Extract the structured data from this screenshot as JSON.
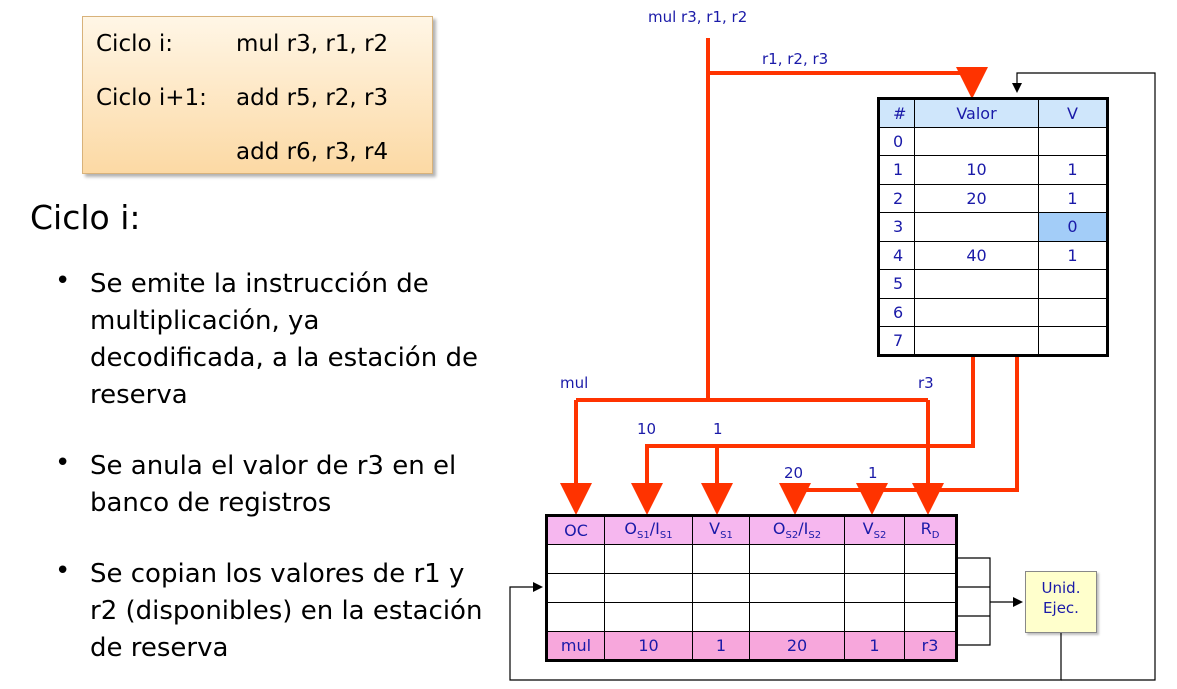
{
  "instruction_box": {
    "rows": [
      {
        "cycle": "Ciclo i:",
        "instr": "mul r3, r1, r2"
      },
      {
        "cycle": "Ciclo i+1:",
        "instr": "add r5, r2, r3"
      },
      {
        "cycle": "",
        "instr": "add r6, r3, r4"
      }
    ]
  },
  "heading": "Ciclo i:",
  "bullets": [
    "Se emite la instrucción de multiplicación, ya decodificada, a la estación de reserva",
    "Se anula el valor de r3 en el banco de registros",
    "Se copian los valores de r1 y r2 (disponibles) en la estación de reserva"
  ],
  "wire_labels": {
    "instr_in": "mul r3, r1, r2",
    "reg_read": "r1, r2, r3",
    "opcode": "mul",
    "dest": "r3",
    "os1": "10",
    "vs1": "1",
    "os2": "20",
    "vs2": "1"
  },
  "register_bank": {
    "headers": [
      "#",
      "Valor",
      "V"
    ],
    "rows": [
      {
        "idx": "0",
        "valor": "",
        "v": ""
      },
      {
        "idx": "1",
        "valor": "10",
        "v": "1"
      },
      {
        "idx": "2",
        "valor": "20",
        "v": "1"
      },
      {
        "idx": "3",
        "valor": "",
        "v": "0"
      },
      {
        "idx": "4",
        "valor": "40",
        "v": "1"
      },
      {
        "idx": "5",
        "valor": "",
        "v": ""
      },
      {
        "idx": "6",
        "valor": "",
        "v": ""
      },
      {
        "idx": "7",
        "valor": "",
        "v": ""
      }
    ]
  },
  "reservation_station": {
    "headers": [
      "OC",
      "O",
      "S1",
      "/I",
      "S1",
      "V",
      "S1",
      "O",
      "S2",
      "/I",
      "S2",
      "V",
      "S2",
      "R",
      "D"
    ],
    "entry": [
      "mul",
      "10",
      "1",
      "20",
      "1",
      "r3"
    ]
  },
  "exec_unit": {
    "line1": "Unid.",
    "line2": "Ejec."
  },
  "colors": {
    "wire_red": "#ff3300",
    "label_blue": "#1a1aa8",
    "highlight": "#a3cdf8"
  }
}
